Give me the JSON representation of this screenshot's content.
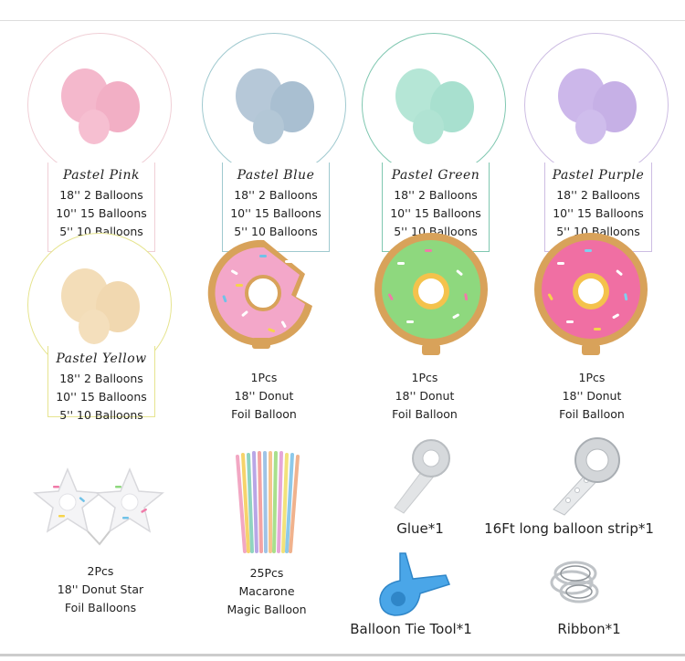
{
  "swatches": [
    {
      "title": "Pastel Pink",
      "lines": [
        "18'' 2  Balloons",
        "10'' 15 Balloons",
        "5'' 10 Balloons"
      ],
      "color": "#f2b6c8",
      "border": "#f0cfd6"
    },
    {
      "title": "Pastel Blue",
      "lines": [
        "18'' 2  Balloons",
        "10'' 15 Balloons",
        "5'' 10 Balloons"
      ],
      "color": "#a9bfd1",
      "border": "#9fc9cf"
    },
    {
      "title": "Pastel Green",
      "lines": [
        "18'' 2  Balloons",
        "10'' 15 Balloons",
        "5'' 10 Balloons"
      ],
      "color": "#a8e0cf",
      "border": "#7fc7b0"
    },
    {
      "title": "Pastel Purple",
      "lines": [
        "18'' 2  Balloons",
        "10'' 15 Balloons",
        "5'' 10 Balloons"
      ],
      "color": "#c6b0e6",
      "border": "#cdbde3"
    },
    {
      "title": "Pastel Yellow",
      "lines": [
        "18'' 2  Balloons",
        "10'' 15 Balloons",
        "5'' 10 Balloons"
      ],
      "color": "#f1d8b0",
      "border": "#e6e48f"
    }
  ],
  "donuts": [
    {
      "lines": [
        "1Pcs",
        "18'' Donut",
        "Foil Balloon"
      ],
      "frosting": "#f3a7c9"
    },
    {
      "lines": [
        "1Pcs",
        "18'' Donut",
        "Foil Balloon"
      ],
      "frosting": "#8ed87e"
    },
    {
      "lines": [
        "1Pcs",
        "18'' Donut",
        "Foil Balloon"
      ],
      "frosting": "#f06fa3"
    }
  ],
  "star": {
    "lines": [
      "2Pcs",
      "18'' Donut Star",
      "Foil Balloons"
    ]
  },
  "macarone": {
    "lines": [
      "25Pcs",
      "Macarone",
      "Magic Balloon"
    ]
  },
  "glue": {
    "label": "Glue*1"
  },
  "strip": {
    "label": "16Ft long balloon strip*1"
  },
  "tie": {
    "label": "Balloon Tie Tool*1"
  },
  "ribbon": {
    "label": "Ribbon*1"
  },
  "colors": {
    "dough": "#d8a25a",
    "tie_blue": "#4aa6e8",
    "silver": "#bfc3c7"
  }
}
